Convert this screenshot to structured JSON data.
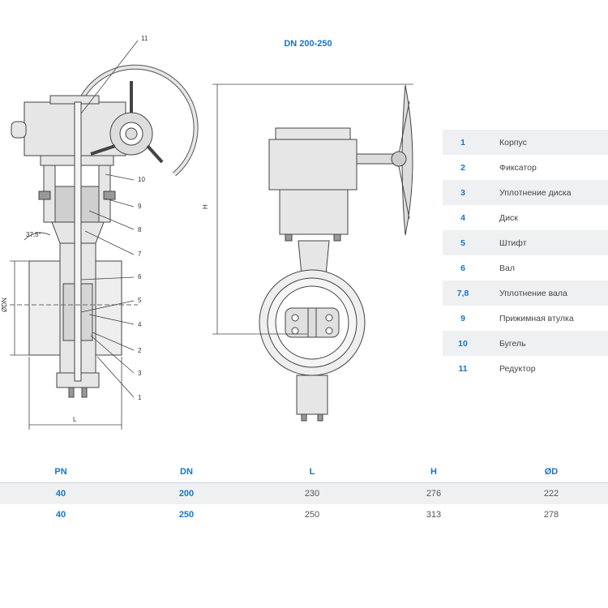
{
  "title": "DN 200-250",
  "callouts": [
    "1",
    "2",
    "3",
    "4",
    "5",
    "6",
    "7",
    "8",
    "9",
    "10",
    "11"
  ],
  "dims": {
    "angle": "37,5°",
    "dn": "ØDN",
    "l": "L",
    "h": "H"
  },
  "parts": [
    {
      "num": "1",
      "name": "Корпус"
    },
    {
      "num": "2",
      "name": "Фиксатор"
    },
    {
      "num": "3",
      "name": "Уплотнение диска"
    },
    {
      "num": "4",
      "name": "Диск"
    },
    {
      "num": "5",
      "name": "Штифт"
    },
    {
      "num": "6",
      "name": "Вал"
    },
    {
      "num": "7,8",
      "name": "Уплотнение вала"
    },
    {
      "num": "9",
      "name": "Прижимная втулка"
    },
    {
      "num": "10",
      "name": "Бугель"
    },
    {
      "num": "11",
      "name": "Редуктор"
    }
  ],
  "spec_table": {
    "headers": [
      "PN",
      "DN",
      "L",
      "H",
      "ØD"
    ],
    "rows": [
      [
        "40",
        "200",
        "230",
        "276",
        "222"
      ],
      [
        "40",
        "250",
        "250",
        "313",
        "278"
      ]
    ]
  },
  "colors": {
    "accent": "#1a73c9",
    "line": "#444444",
    "fill": "#e6e6e6"
  }
}
